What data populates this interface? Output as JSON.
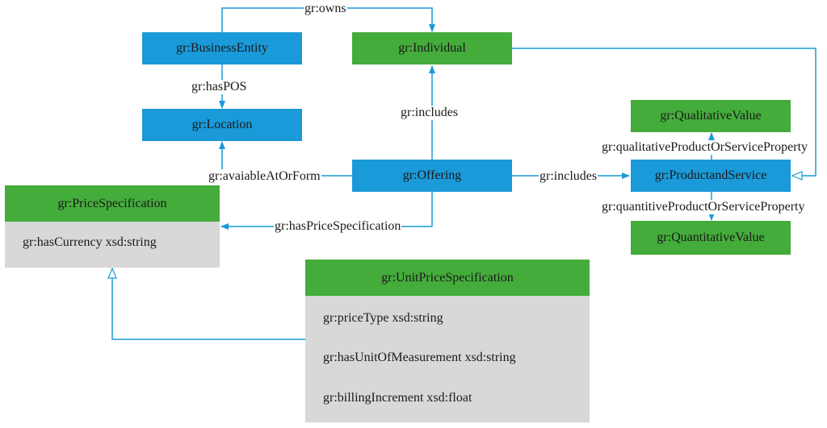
{
  "nodes": {
    "business_entity": "gr:BusinessEntity",
    "individual": "gr:Individual",
    "location": "gr:Location",
    "offering": "gr:Offering",
    "qualitative_value": "gr:QualitativeValue",
    "product_and_service": "gr:ProductandService",
    "quantitative_value": "gr:QuantitativeValue",
    "price_specification": {
      "title": "gr:PriceSpecification",
      "attributes": [
        "gr:hasCurrency xsd:string"
      ]
    },
    "unit_price_specification": {
      "title": "gr:UnitPriceSpecification",
      "attributes": [
        "gr:priceType xsd:string",
        "gr:hasUnitOfMeasurement xsd:string",
        "gr:billingIncrement xsd:float"
      ]
    }
  },
  "edges": {
    "owns": "gr:owns",
    "has_pos": "gr:hasPOS",
    "includes_individual": "gr:includes",
    "available_at": "gr:avaiableAtOrForm",
    "includes_product": "gr:includes",
    "has_price_specification": "gr:hasPriceSpecification",
    "qualitative_property": "gr:qualitativeProductOrServiceProperty",
    "quantitive_property": "gr:quantitiveProductOrServiceProperty"
  },
  "colors": {
    "blue_node": "#1a9ad9",
    "green_node": "#44ac3b",
    "attribute_box": "#d8d8d8",
    "connector": "#1a9ad9"
  }
}
